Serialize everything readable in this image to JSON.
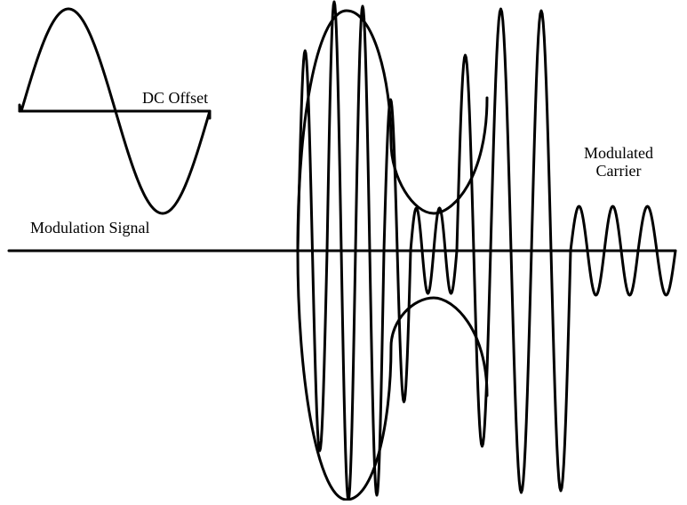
{
  "labels": {
    "dc_offset": "DC Offset",
    "modulation_signal": "Modulation Signal",
    "modulated_carrier_line1": "Modulated",
    "modulated_carrier_line2": "Carrier"
  },
  "colors": {
    "stroke": "#000000",
    "background": "#ffffff"
  }
}
